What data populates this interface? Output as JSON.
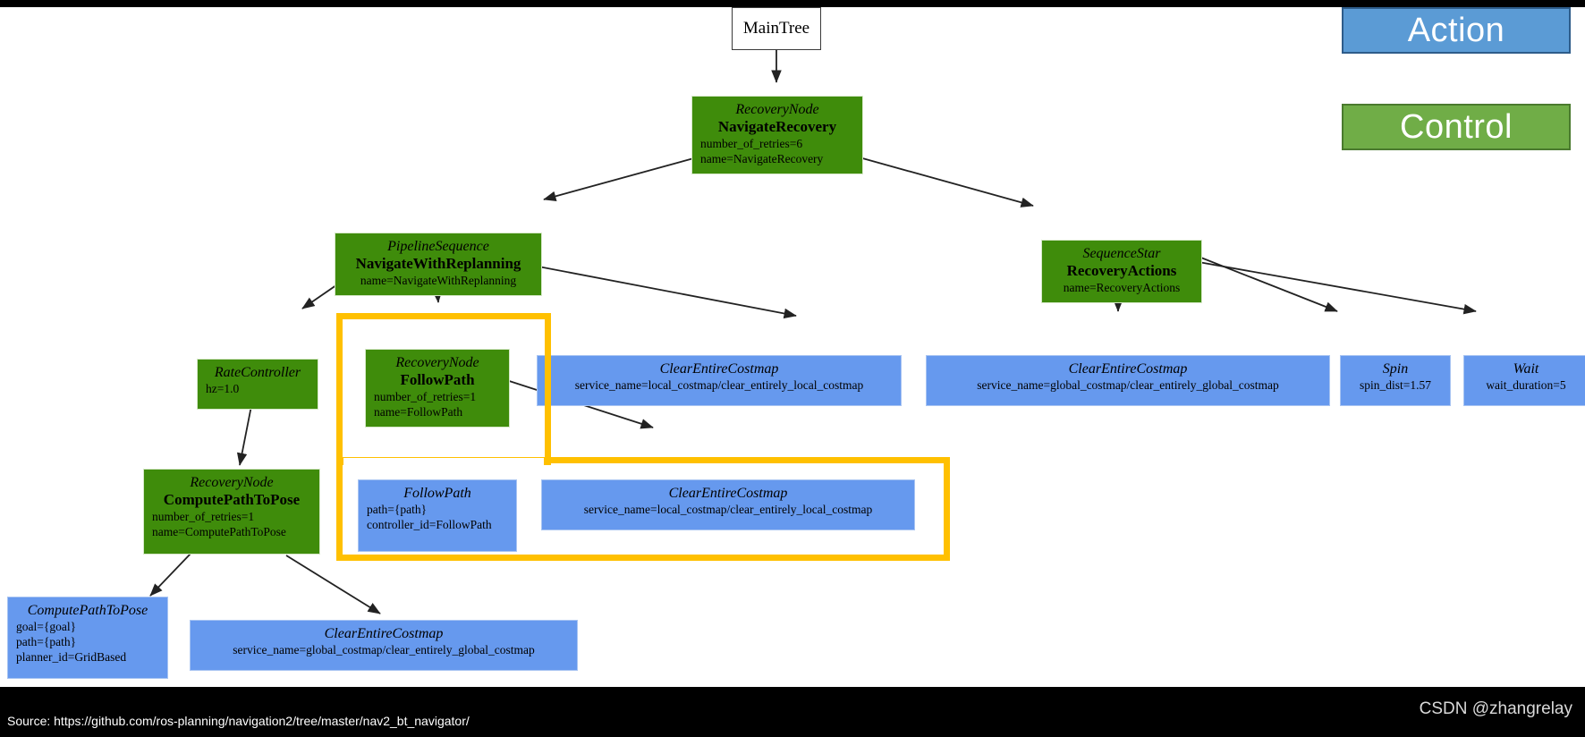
{
  "legend": {
    "action_label": "Action",
    "control_label": "Control",
    "action_color": "#5b9bd5",
    "control_color": "#70ad47"
  },
  "colors": {
    "control_node": "#3f8c0b",
    "action_node": "#6699ee",
    "highlight": "#ffc000",
    "background": "#ffffff",
    "page": "#000000"
  },
  "footer": {
    "source": "Source: https://github.com/ros-planning/navigation2/tree/master/nav2_bt_navigator/",
    "watermark": "CSDN @zhangrelay"
  },
  "tree": {
    "root": {
      "name": "MainTree",
      "kind": "root"
    },
    "nodes": [
      {
        "id": "navigate-recovery",
        "kind": "control",
        "type": "RecoveryNode",
        "name": "NavigateRecovery",
        "attrs": [
          "number_of_retries=6",
          "name=NavigateRecovery"
        ]
      },
      {
        "id": "navigate-with-replanning",
        "kind": "control",
        "type": "PipelineSequence",
        "name": "NavigateWithReplanning",
        "attrs": [
          "name=NavigateWithReplanning"
        ]
      },
      {
        "id": "recovery-actions",
        "kind": "control",
        "type": "SequenceStar",
        "name": "RecoveryActions",
        "attrs": [
          "name=RecoveryActions"
        ]
      },
      {
        "id": "rate-controller",
        "kind": "control",
        "type": "RateController",
        "name": "",
        "attrs": [
          "hz=1.0"
        ]
      },
      {
        "id": "follow-path-recovery",
        "kind": "control",
        "type": "RecoveryNode",
        "name": "FollowPath",
        "attrs": [
          "number_of_retries=1",
          "name=FollowPath"
        ]
      },
      {
        "id": "clear-local-costmap-1",
        "kind": "action",
        "type": "ClearEntireCostmap",
        "name": "",
        "attrs": [
          "service_name=local_costmap/clear_entirely_local_costmap"
        ]
      },
      {
        "id": "clear-global-costmap-recovery",
        "kind": "action",
        "type": "ClearEntireCostmap",
        "name": "",
        "attrs": [
          "service_name=global_costmap/clear_entirely_global_costmap"
        ]
      },
      {
        "id": "spin",
        "kind": "action",
        "type": "Spin",
        "name": "",
        "attrs": [
          "spin_dist=1.57"
        ]
      },
      {
        "id": "wait",
        "kind": "action",
        "type": "Wait",
        "name": "",
        "attrs": [
          "wait_duration=5"
        ]
      },
      {
        "id": "compute-path-to-pose-recovery",
        "kind": "control",
        "type": "RecoveryNode",
        "name": "ComputePathToPose",
        "attrs": [
          "number_of_retries=1",
          "name=ComputePathToPose"
        ]
      },
      {
        "id": "follow-path-action",
        "kind": "action",
        "type": "FollowPath",
        "name": "",
        "attrs": [
          "path={path}",
          "controller_id=FollowPath"
        ]
      },
      {
        "id": "clear-local-costmap-2",
        "kind": "action",
        "type": "ClearEntireCostmap",
        "name": "",
        "attrs": [
          "service_name=local_costmap/clear_entirely_local_costmap"
        ]
      },
      {
        "id": "compute-path-to-pose-action",
        "kind": "action",
        "type": "ComputePathToPose",
        "name": "",
        "attrs": [
          "goal={goal}",
          "path={path}",
          "planner_id=GridBased"
        ]
      },
      {
        "id": "clear-global-costmap-2",
        "kind": "action",
        "type": "ClearEntireCostmap",
        "name": "",
        "attrs": [
          "service_name=global_costmap/clear_entirely_global_costmap"
        ]
      }
    ]
  }
}
